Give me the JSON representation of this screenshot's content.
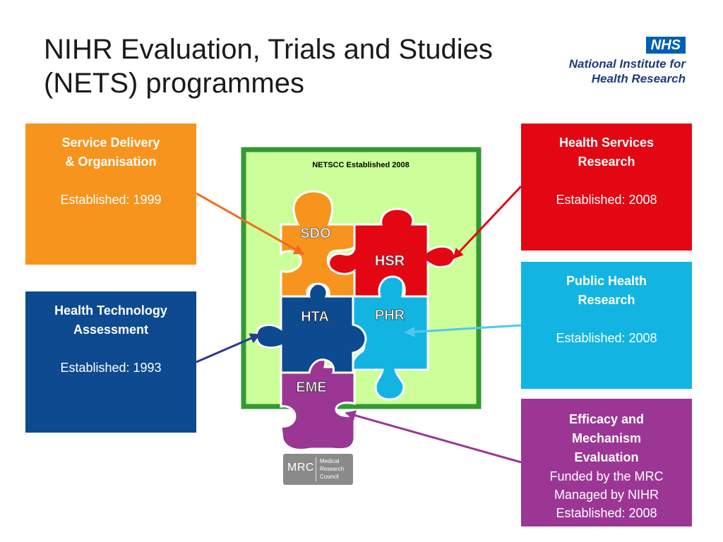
{
  "title": {
    "line1": "NIHR Evaluation, Trials and Studies",
    "line2": "(NETS) programmes"
  },
  "logo": {
    "badge": "NHS",
    "line1": "National Institute for",
    "line2": "Health Research"
  },
  "netscc_label": "NETSCC  Established  2008",
  "pieces": {
    "sdo": "SDO",
    "hsr": "HSR",
    "hta": "HTA",
    "phr": "PHR",
    "eme": "EME"
  },
  "boxes": {
    "sdo": {
      "head1": "Service Delivery",
      "head2": "& Organisation",
      "text": "Established: 1999"
    },
    "hta": {
      "head1": "Health Technology",
      "head2": "Assessment",
      "text": "Established: 1993"
    },
    "hsr": {
      "head1": "Health Services",
      "head2": "Research",
      "text": "Established: 2008"
    },
    "phr": {
      "head1": "Public Health",
      "head2": "Research",
      "text": "Established: 2008"
    },
    "eme": {
      "head1": "Efficacy and",
      "head2": "Mechanism",
      "head3": "Evaluation",
      "line1": "Funded by the MRC",
      "line2": "Managed by NIHR",
      "line3": "Established: 2008"
    }
  },
  "mrc": {
    "abbr": "MRC",
    "line1": "Medical",
    "line2": "Research",
    "line3": "Council"
  },
  "colors": {
    "sdo": "#f7941d",
    "hsr": "#e30613",
    "hta": "#0d4a8f",
    "phr": "#12b5e2",
    "eme": "#9b3695",
    "netscc_fill": "#ccff99",
    "netscc_border": "#339933"
  }
}
